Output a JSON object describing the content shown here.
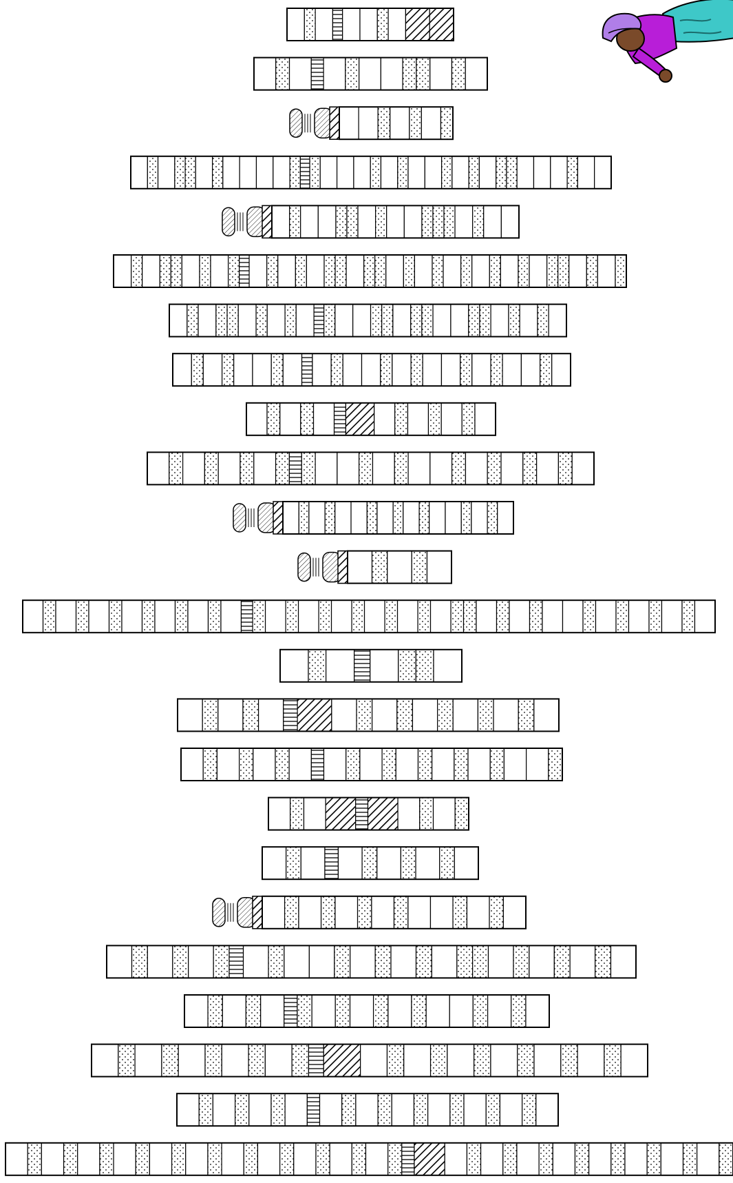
{
  "figure": {
    "kind": "karyotype-style banding ideogram",
    "text_labels": [],
    "decoration": "cartoon-character-icon"
  },
  "band_patterns": {
    "w": "plain",
    "d": "dotted",
    "s": "horizontal-stripes",
    "x": "diagonal-hatch",
    "c": "bead-cap"
  },
  "colors": {
    "outline": "#000000",
    "fill": "#ffffff",
    "character_hat": "#b07ee8",
    "character_shirt": "#b81ed8",
    "character_pants": "#3ec8c8",
    "character_skin": "#7a4a2a"
  },
  "chromosomes": [
    {
      "id": 1,
      "bands": "wdwswwdwxx"
    },
    {
      "id": 2,
      "bands": "wdwswdwwddwdw"
    },
    {
      "id": 3,
      "bands": "cwwdwdwd"
    },
    {
      "id": 4,
      "bands": "wdwddwdwwwwdsdwwwdwdwwdwdwddwwwdww"
    },
    {
      "id": 5,
      "bands": "cwdwwddwdwwdddwdww"
    },
    {
      "id": 6,
      "bands": "wdwddwdwdswdwdwddwddwdwdwdwdwdwddwdwd"
    },
    {
      "id": 7,
      "bands": "wdwddwdwdwsdwwddwddwwddwdwdw"
    },
    {
      "id": 8,
      "bands": "wdwdwwdwswdwwdwdwwdwdwwdw"
    },
    {
      "id": 9,
      "bands": "wdwdwsxwdwdwdw"
    },
    {
      "id": 10,
      "bands": "wdwdwdwdsdwwdwdwwdwdwdwdw"
    },
    {
      "id": 11,
      "bands": "cwdwdwwdwdwdwwdwdw"
    },
    {
      "id": 12,
      "bands": "cwdwdw"
    },
    {
      "id": 13,
      "bands": "wdwdwdwdwdwdwsdwdwdwdwdwdwddwdwdwwdwdwdwdw"
    },
    {
      "id": 14,
      "bands": "wdwswddw"
    },
    {
      "id": 15,
      "bands": "wdwdwsxwdwdwdwdwdw"
    },
    {
      "id": 16,
      "bands": "wdwdwdwswdwdwdwdwdwwd"
    },
    {
      "id": 17,
      "bands": "wdwxsxwdwd"
    },
    {
      "id": 18,
      "bands": "wdwswdwdwdw"
    },
    {
      "id": 19,
      "bands": "cwdwdwdwdwwdwdw"
    },
    {
      "id": 20,
      "bands": "wdwdwdswdwwdwdwdwddwdwdwdw"
    },
    {
      "id": 21,
      "bands": "wdwdwsdwdwdwdwwdwdw"
    },
    {
      "id": 22,
      "bands": "wdwdwdwdwdsxwdwdwdwdwdwdw"
    },
    {
      "id": 23,
      "bands": "wdwdwdwswdwdwdwdwdwdw"
    },
    {
      "id": 24,
      "bands": "wdwdwdwdwdwdwdwdwdwdwdsxwdwdwdwdwdwdwdwd"
    }
  ]
}
